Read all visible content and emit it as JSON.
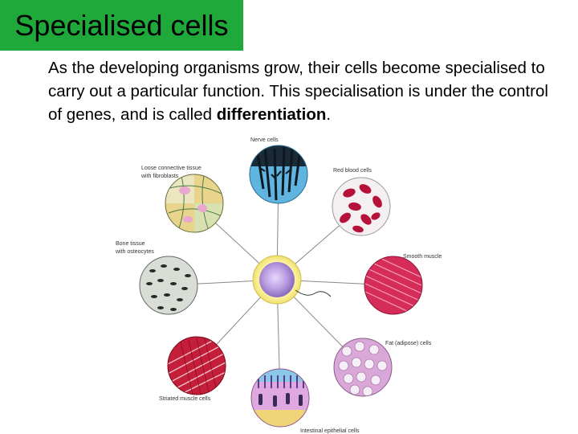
{
  "slide": {
    "title": "Specialised cells",
    "body_intro": "As the developing organisms grow, their cells become specialised to carry out a particular function.  This specialisation is under the control of genes, and is called ",
    "body_bold": "differentiation",
    "body_end": "."
  },
  "diagram": {
    "labels": {
      "nerve": "Nerve cells",
      "red_blood": "Red blood cells",
      "smooth_muscle": "Smooth muscle",
      "fat": "Fat (adipose) cells",
      "intestinal": "Intestinal epithelial cells",
      "striated": "Striated muscle cells",
      "bone_line1": "Bone tissue",
      "bone_line2": "with osteocytes",
      "connective_line1": "Loose connective tissue",
      "connective_line2": "with fibroblasts"
    }
  },
  "colors": {
    "title_background": "#1fa93a",
    "nerve": "#4aa8d8",
    "red_blood": "#b5123a",
    "smooth_muscle": "#d62c5a",
    "fat": "#d9a8d8",
    "intestinal": "#c86ac8",
    "striated": "#c41e3a",
    "bone": "#cfd6cf",
    "connective": "#e8d48a",
    "stem_cell": "#c7a0e0"
  }
}
